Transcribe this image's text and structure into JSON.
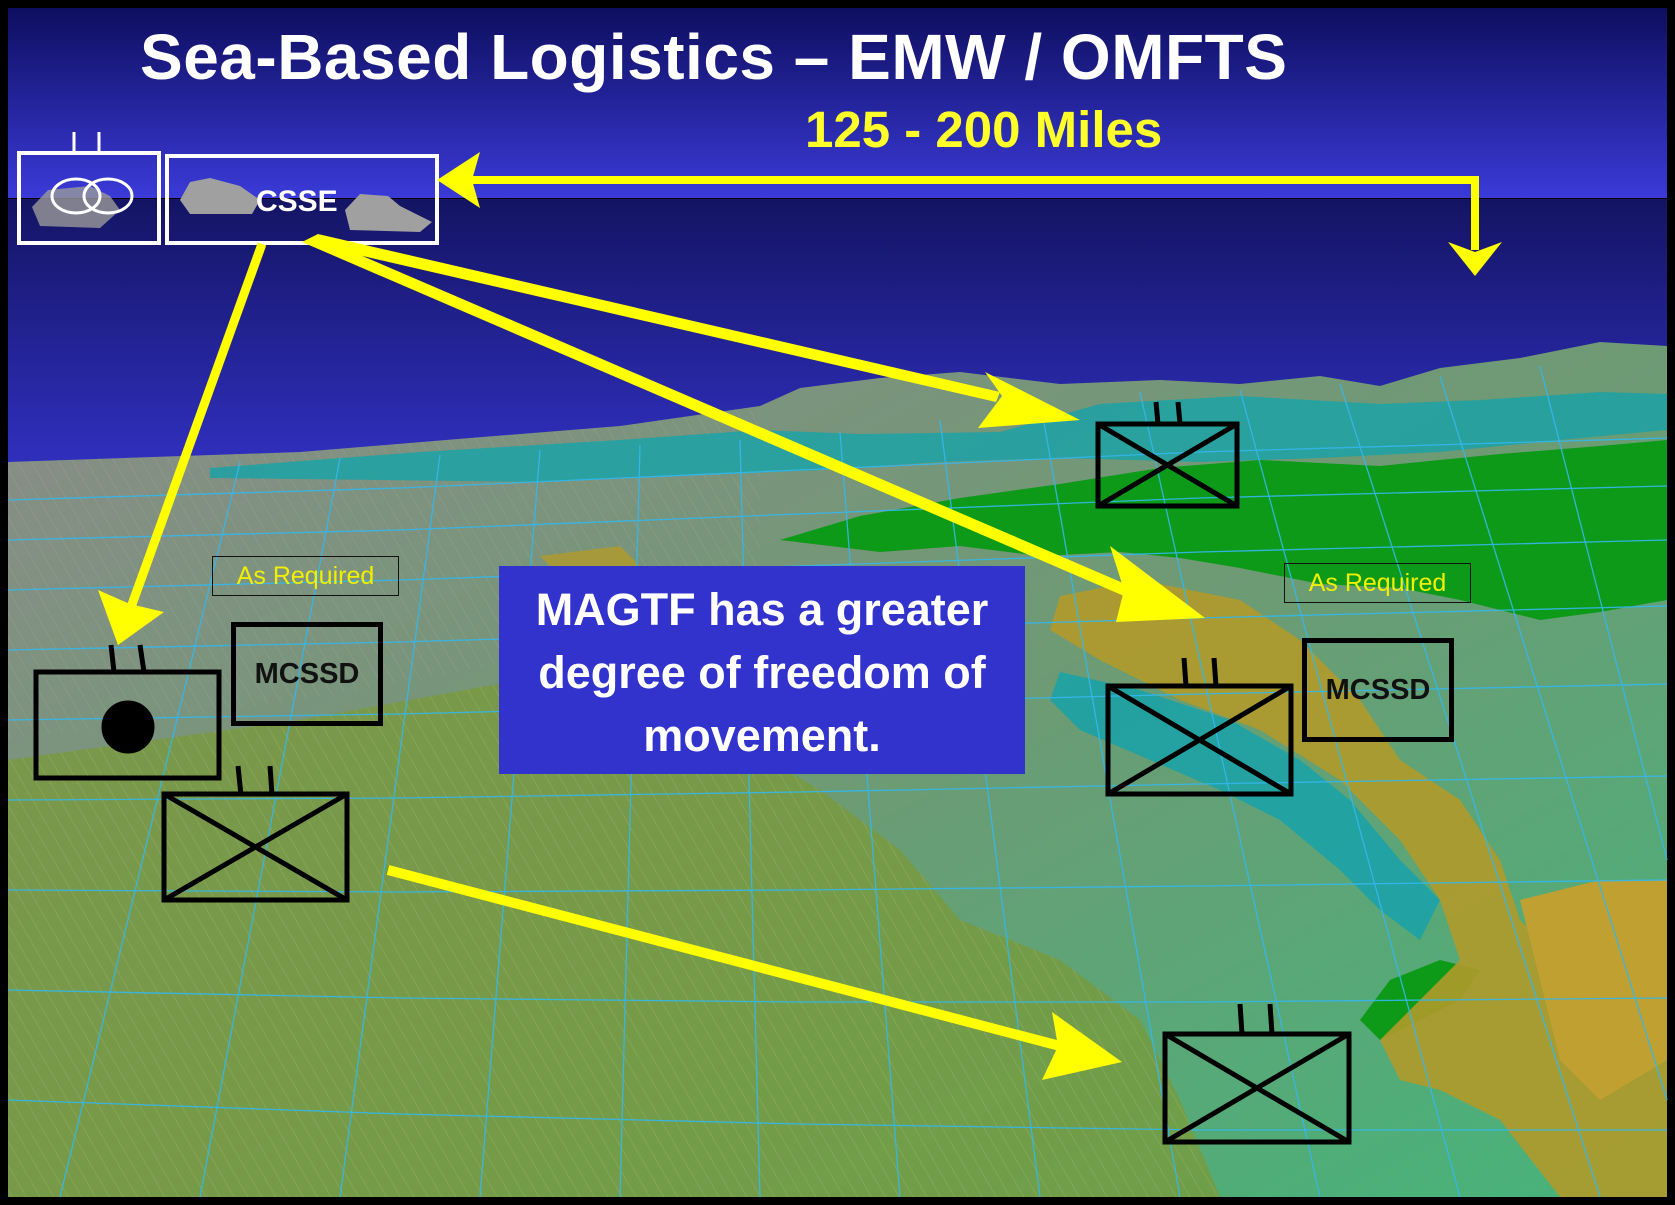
{
  "title": "Sea-Based Logistics – EMW / OMFTS",
  "distance_label": "125 - 200 Miles",
  "csse_label": "CSSE",
  "callout_text": "MAGTF has a greater degree of freedom of movement.",
  "as_required_left": "As Required",
  "as_required_right": "As Required",
  "mcssd_left": "MCSSD",
  "mcssd_right": "MCSSD",
  "colors": {
    "sky_top": "#10106a",
    "sky_bottom": "#3838d8",
    "sea": "#1a1a70",
    "arrow": "#ffff00",
    "callout_bg": "#3232cc",
    "terrain_gray": "#8e8e8a",
    "terrain_teal": "#1aa6a6",
    "terrain_green": "#0a9a14",
    "terrain_olive": "#b09a28",
    "terrain_seagreen": "#52a872",
    "grid": "#33b8ee"
  },
  "icons": [
    "ship-icon",
    "infantry-unit-icon",
    "supply-unit-icon",
    "amphibious-unit-icon"
  ]
}
